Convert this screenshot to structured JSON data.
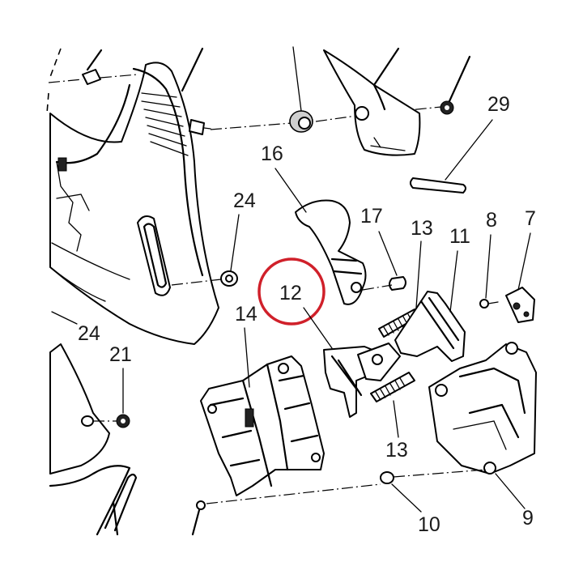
{
  "callouts": [
    {
      "id": "c29",
      "text": "29"
    },
    {
      "id": "c16",
      "text": "16"
    },
    {
      "id": "c24a",
      "text": "24"
    },
    {
      "id": "c17",
      "text": "17"
    },
    {
      "id": "c13a",
      "text": "13"
    },
    {
      "id": "c11",
      "text": "11"
    },
    {
      "id": "c8",
      "text": "8"
    },
    {
      "id": "c7",
      "text": "7"
    },
    {
      "id": "c12",
      "text": "12"
    },
    {
      "id": "c14",
      "text": "14"
    },
    {
      "id": "c24b",
      "text": "24"
    },
    {
      "id": "c21",
      "text": "21"
    },
    {
      "id": "c13b",
      "text": "13"
    },
    {
      "id": "c10",
      "text": "10"
    },
    {
      "id": "c9",
      "text": "9"
    }
  ],
  "highlight": {
    "callout": "c12",
    "color": "#d0202a"
  }
}
